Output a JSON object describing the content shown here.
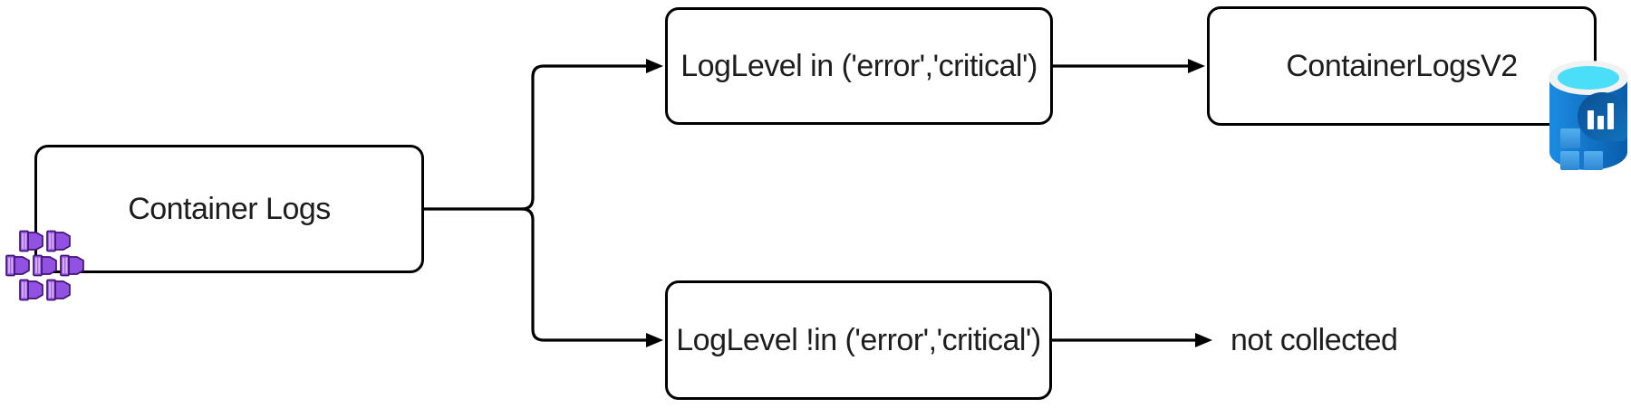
{
  "nodes": {
    "source": {
      "label": "Container Logs",
      "icon": "container-cluster-icon"
    },
    "filter_include": {
      "label": "LogLevel in ('error','critical')"
    },
    "filter_exclude": {
      "label": "LogLevel !in ('error','critical')"
    },
    "destination": {
      "label": "ContainerLogsV2",
      "icon": "log-analytics-workspace-icon"
    },
    "not_collected": {
      "label": "not collected"
    }
  },
  "edges": [
    {
      "from": "source",
      "to": "filter_include"
    },
    {
      "from": "source",
      "to": "filter_exclude"
    },
    {
      "from": "filter_include",
      "to": "destination"
    },
    {
      "from": "filter_exclude",
      "to": "not_collected"
    }
  ],
  "colors": {
    "background": "#ffffff",
    "connector": "#000000",
    "node_border": "#000000",
    "node_fill": "#ffffff",
    "text": "#1d1d1d",
    "container_icon_purple": "#9152e2",
    "container_icon_purple_dark": "#431277",
    "container_icon_purple_light": "#d6b6f7",
    "azure_icon_blue": "#1b8ce2",
    "azure_icon_blue_dark": "#0a5cac",
    "azure_icon_lens_blue": "#0d5ea8",
    "azure_icon_cyan": "#4adef8",
    "azure_icon_rim": "#f2f2f2",
    "azure_icon_square_blue": "#54aeee",
    "azure_icon_bars": "#ffffff"
  }
}
